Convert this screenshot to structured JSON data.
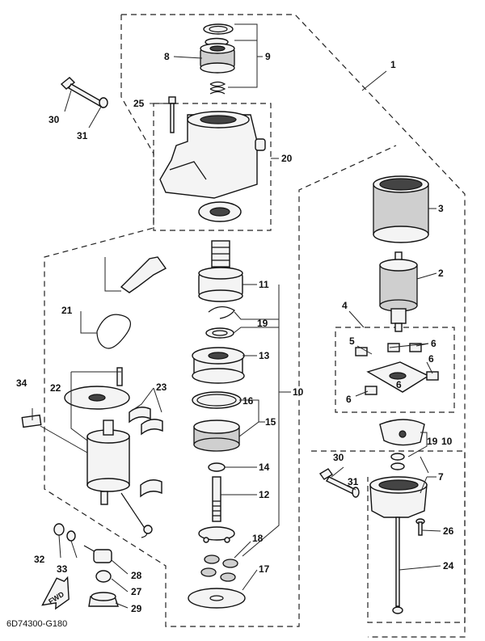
{
  "diagram": {
    "code": "6D74300-G180",
    "fwd_label": "FWD",
    "labels": {
      "l1": "1",
      "l2": "2",
      "l3": "3",
      "l4": "4",
      "l5": "5",
      "l6a": "6",
      "l6b": "6",
      "l6c": "6",
      "l6d": "6",
      "l7": "7",
      "l8": "8",
      "l9": "9",
      "l10a": "10",
      "l10b": "10",
      "l11": "11",
      "l12": "12",
      "l13": "13",
      "l14": "14",
      "l15": "15",
      "l16": "16",
      "l17": "17",
      "l18": "18",
      "l19a": "19",
      "l19b": "19",
      "l20": "20",
      "l21": "21",
      "l22": "22",
      "l23": "23",
      "l24": "24",
      "l25": "25",
      "l26": "26",
      "l27": "27",
      "l28": "28",
      "l29": "29",
      "l30a": "30",
      "l30b": "30",
      "l31a": "31",
      "l31b": "31",
      "l32": "32",
      "l33": "33",
      "l34": "34"
    }
  }
}
